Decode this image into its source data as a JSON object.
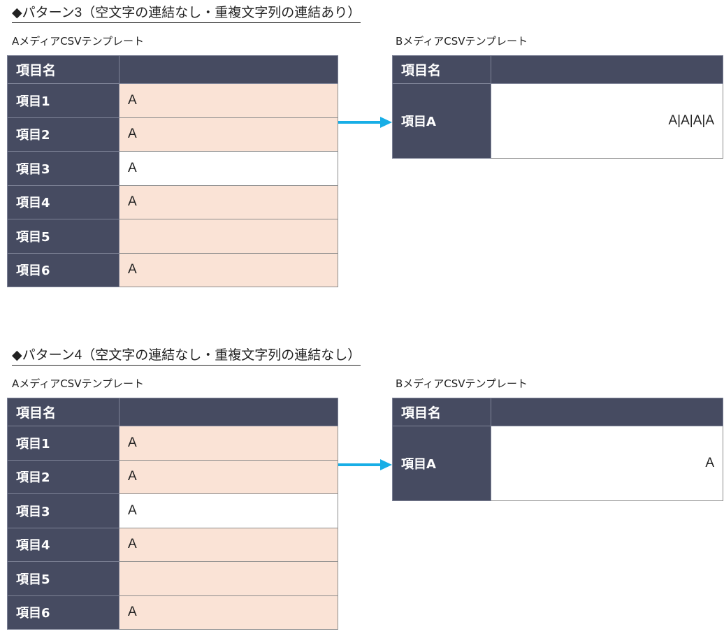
{
  "pattern3": {
    "heading_prefix": "◆パターン",
    "heading_num": "3",
    "heading_suffix": "（空文字の連結なし・重複文字列の連結あり）",
    "a_caption": "AメディアCSVテンプレート",
    "a_header": "項目名",
    "a_rows": [
      {
        "label": "項目1",
        "value": "A",
        "fill": "peach"
      },
      {
        "label": "項目2",
        "value": "A",
        "fill": "peach"
      },
      {
        "label": "項目3",
        "value": "A",
        "fill": "white"
      },
      {
        "label": "項目4",
        "value": "A",
        "fill": "peach"
      },
      {
        "label": "項目5",
        "value": "",
        "fill": "peach"
      },
      {
        "label": "項目6",
        "value": "A",
        "fill": "peach"
      }
    ],
    "b_caption": "BメディアCSVテンプレート",
    "b_header": "項目名",
    "b_row_label": "項目A",
    "b_row_value": "A|A|A|A"
  },
  "pattern4": {
    "heading_prefix": "◆パターン",
    "heading_num": "4",
    "heading_suffix": "（空文字の連結なし・重複文字列の連結なし）",
    "a_caption": "AメディアCSVテンプレート",
    "a_header": "項目名",
    "a_rows": [
      {
        "label": "項目1",
        "value": "A",
        "fill": "peach"
      },
      {
        "label": "項目2",
        "value": "A",
        "fill": "peach"
      },
      {
        "label": "項目3",
        "value": "A",
        "fill": "white"
      },
      {
        "label": "項目4",
        "value": "A",
        "fill": "peach"
      },
      {
        "label": "項目5",
        "value": "",
        "fill": "peach"
      },
      {
        "label": "項目6",
        "value": "A",
        "fill": "peach"
      }
    ],
    "b_caption": "BメディアCSVテンプレート",
    "b_header": "項目名",
    "b_row_label": "項目A",
    "b_row_value": "A"
  },
  "colors": {
    "header_bg": "#464b61",
    "value_fill": "#fae3d6",
    "arrow": "#18aee6"
  }
}
